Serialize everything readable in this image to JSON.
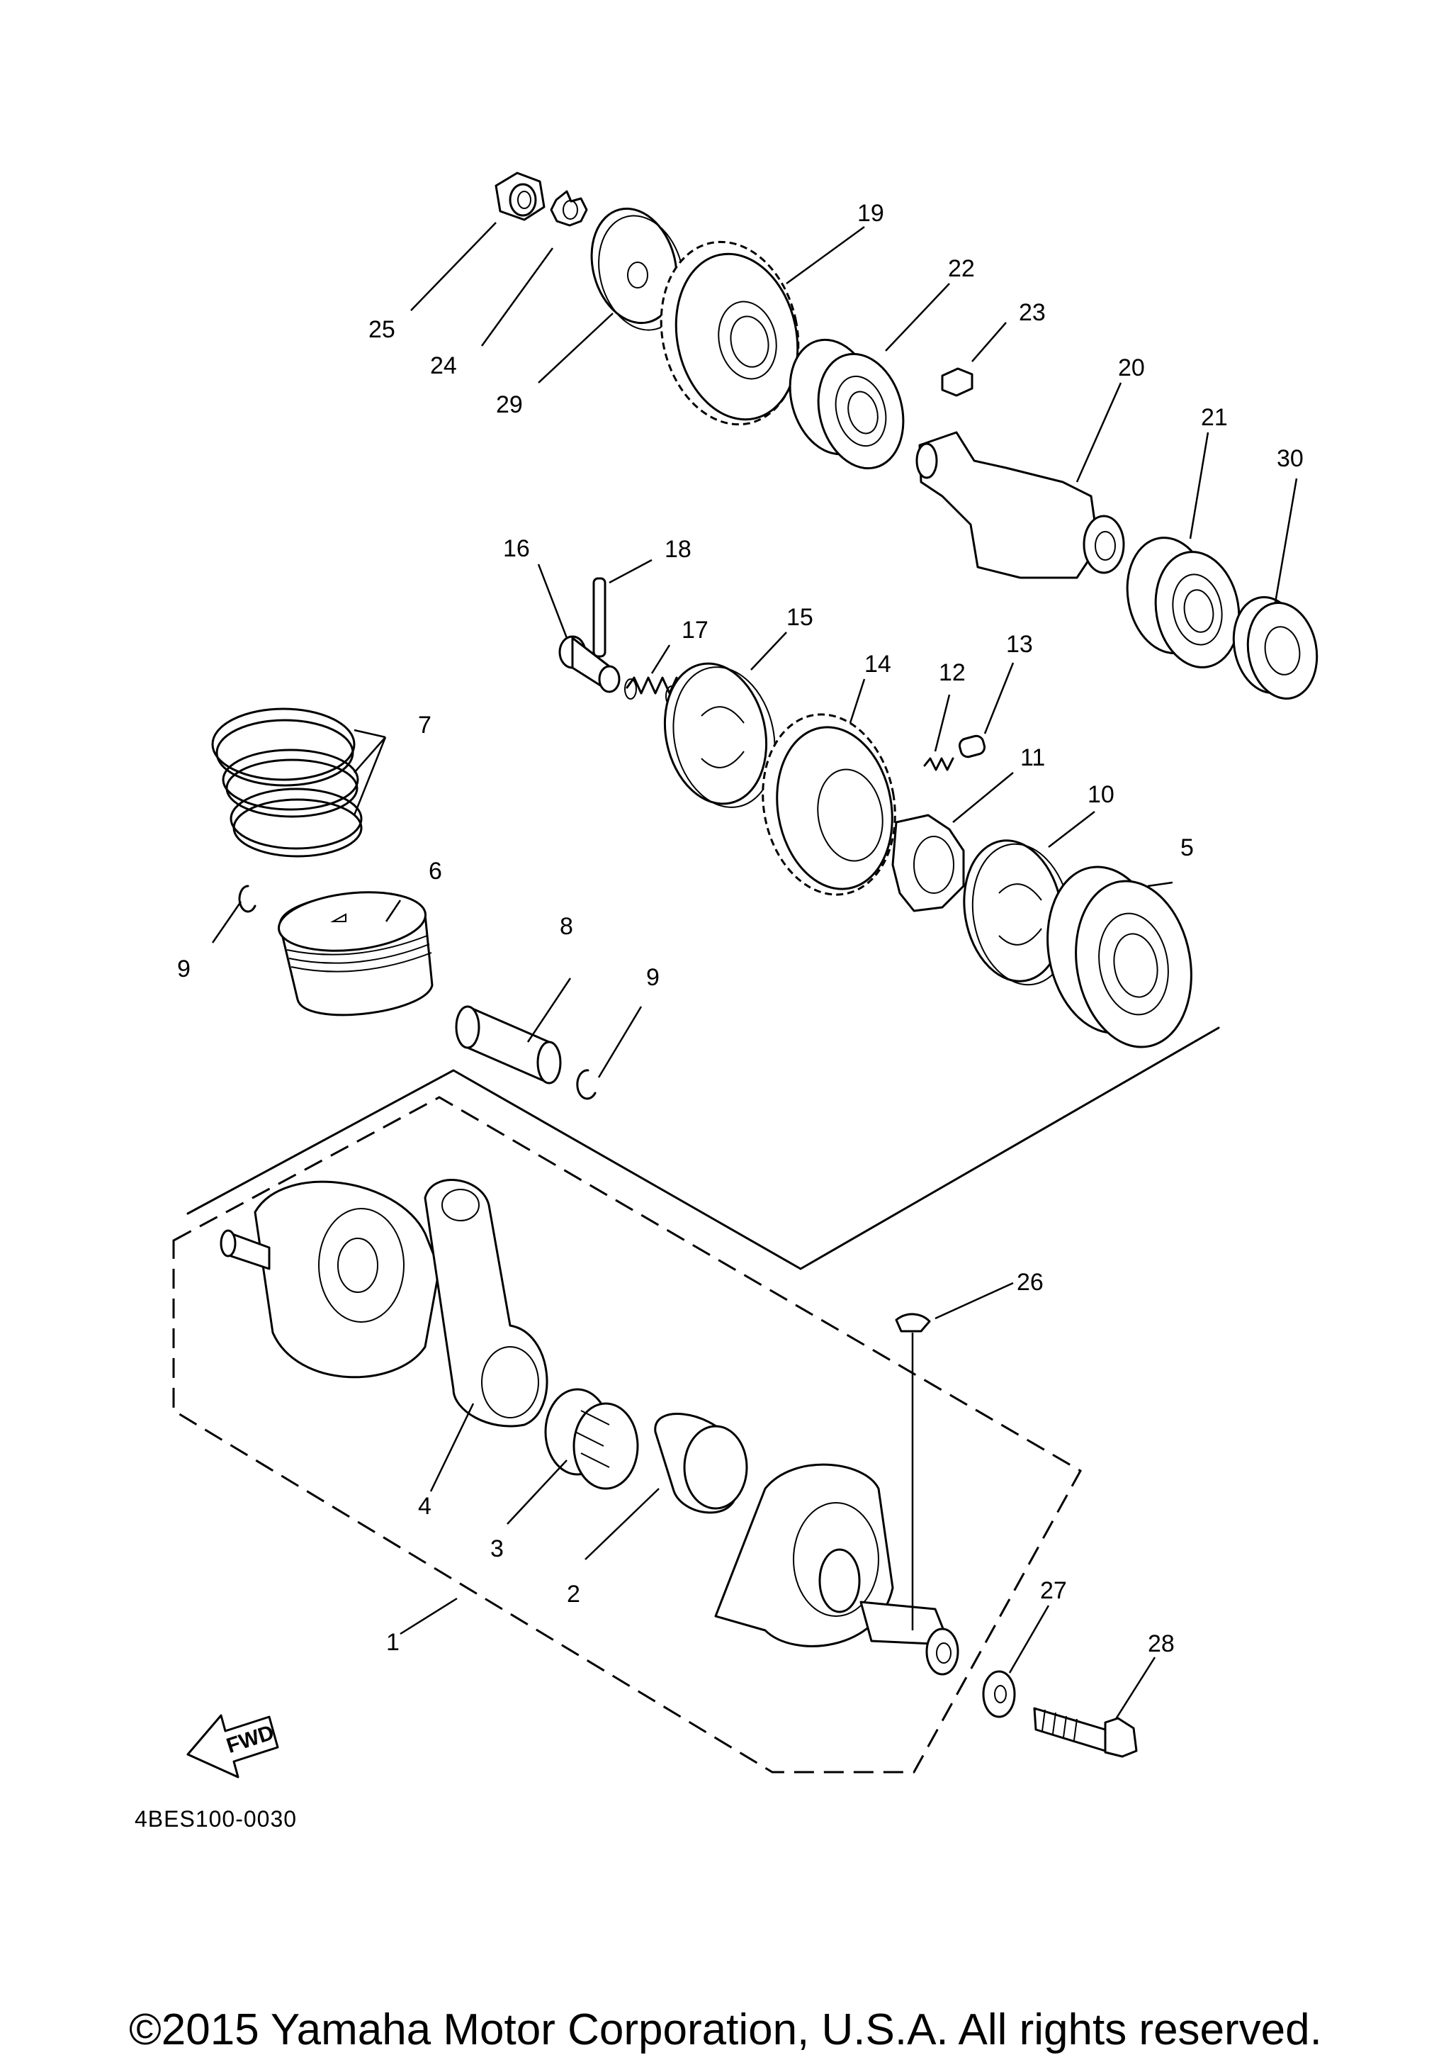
{
  "diagram": {
    "code": "4BES100-0030",
    "fwd_label": "FWD",
    "copyright": "©2015 Yamaha Motor Corporation, U.S.A. All rights reserved.",
    "callouts": [
      "1",
      "2",
      "3",
      "4",
      "5",
      "6",
      "7",
      "8",
      "9",
      "9",
      "10",
      "11",
      "12",
      "13",
      "14",
      "15",
      "16",
      "17",
      "18",
      "19",
      "20",
      "21",
      "22",
      "23",
      "24",
      "25",
      "26",
      "27",
      "28",
      "29",
      "30"
    ]
  }
}
